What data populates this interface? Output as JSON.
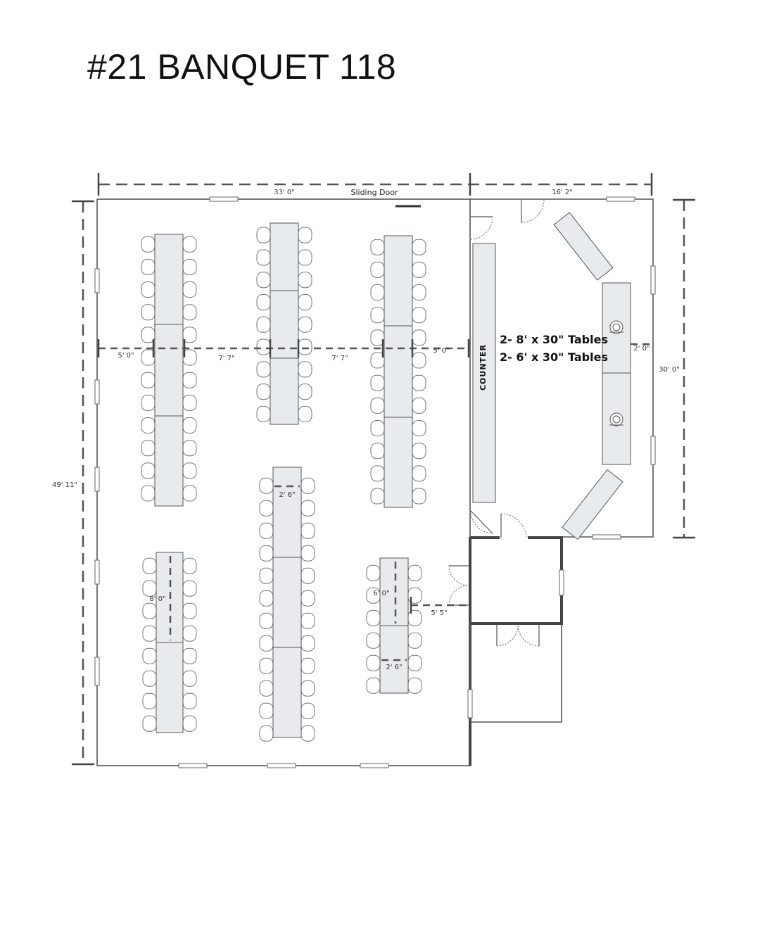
{
  "title": "#21 BANQUET 118",
  "dimensions": {
    "top_left_width": "33' 0\"",
    "top_right_width": "16' 2\"",
    "left_height": "49' 11\"",
    "right_height": "30' 0\"",
    "aisle_left": "5' 0\"",
    "aisle_1": "7' 7\"",
    "aisle_2": "7' 7\"",
    "aisle_counter": "5' 0\"",
    "buffet_gap": "2' 0\"",
    "center_table_width": "2' 6\"",
    "left_table_length": "8' 0\"",
    "right_small_table_length": "6' 0\"",
    "right_small_table_width": "2' 6\"",
    "door_gap": "5' 5\""
  },
  "labels": {
    "sliding_door": "Sliding Door",
    "counter": "COUNTER",
    "tables_line1": "2- 8' x 30\" Tables",
    "tables_line2": "2- 6' x 30\" Tables"
  }
}
